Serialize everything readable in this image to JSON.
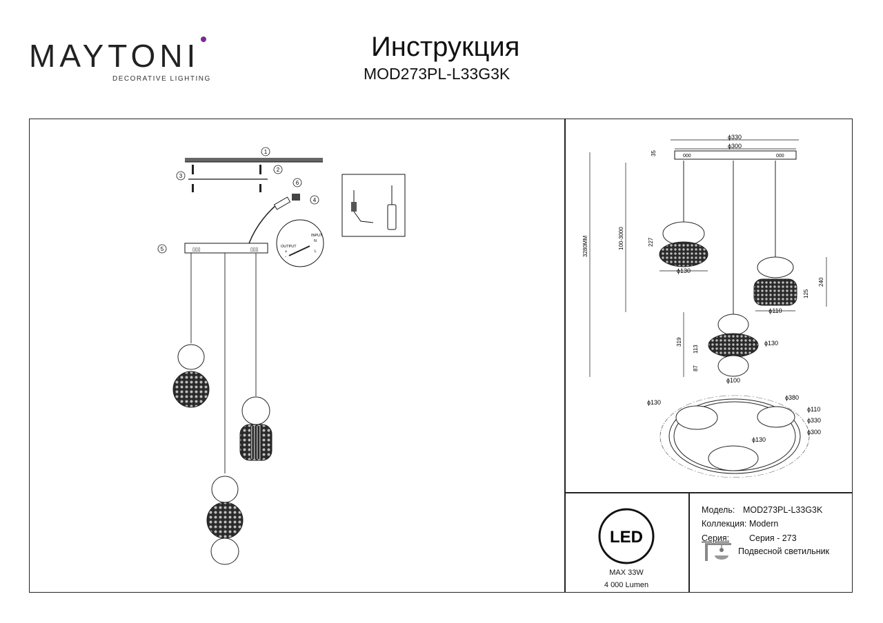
{
  "brand": {
    "name": "MAYTONI",
    "tagline": "DECORATIVE LIGHTING",
    "accent_color": "#7a2a8c"
  },
  "header": {
    "title": "Инструкция",
    "model": "MOD273PL-L33G3K"
  },
  "install": {
    "callouts": [
      "1",
      "2",
      "3",
      "4",
      "5",
      "6"
    ],
    "wiring": {
      "output": "OUTPUT",
      "input": "INPUT",
      "n": "N",
      "l": "L",
      "plus": "+",
      "minus": "-"
    }
  },
  "dimensions": {
    "canopy_outer": "ϕ330",
    "canopy_inner": "ϕ300",
    "canopy_height": "35",
    "total_height": "3280MM",
    "cable_range": "100-3000",
    "shade_a_height": "227",
    "shade_a_diameter": "ϕ130",
    "shade_b_height": "240",
    "shade_b_lower": "125",
    "shade_b_diameter": "ϕ110",
    "shade_c_height": "319",
    "shade_c_mid": "113",
    "shade_c_low": "87",
    "shade_c_diameter": "ϕ130",
    "shade_c_base": "ϕ100",
    "plan_outer": "ϕ380",
    "plan_left": "ϕ130",
    "plan_right_small": "ϕ110",
    "plan_canopy": "ϕ330",
    "plan_inner": "ϕ300",
    "plan_center": "ϕ130",
    "leds": "000"
  },
  "led_badge": {
    "label": "LED",
    "power": "MAX 33W",
    "lumen": "4 000 Lumen"
  },
  "specs": {
    "model_label": "Модель:",
    "model_value": "MOD273PL-L33G3K",
    "collection_label": "Коллекция:",
    "collection_value": "Modern",
    "series_label": "Серия:",
    "series_value": "Серия - 273",
    "type_value": "Подвесной светильник"
  }
}
